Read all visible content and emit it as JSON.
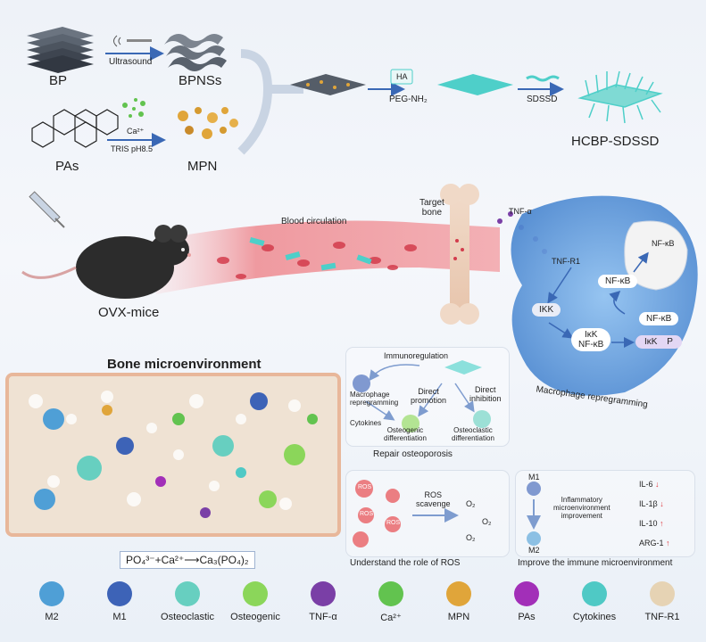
{
  "synthesis": {
    "bp": "BP",
    "ultrasound": "Ultrasound",
    "bpnss": "BPNSs",
    "pas": "PAs",
    "ca": "Ca²⁺",
    "tris": "TRIS pH8.5",
    "mpn": "MPN",
    "ha": "HA",
    "peg": "PEG-NH₂",
    "sdssd": "SDSSD",
    "product": "HCBP-SDSSD"
  },
  "circulation": {
    "ovx": "OVX-mice",
    "blood": "Blood circulation",
    "target": "Target\nbone",
    "tnfa": "TNF-α"
  },
  "pathway": {
    "tnfr1": "TNF-R1",
    "ikk": "IKK",
    "nfkb_top": "NF-κB",
    "nfkb_right": "NF-κB",
    "ikb_complex_a": "IκK",
    "ikb_complex_b": "NF-κB",
    "ikb_p": "IκK",
    "p": "P",
    "nucleus": "NF-κB",
    "caption": "Macrophage repregramming"
  },
  "microenv": {
    "title": "Bone microenvironment",
    "equation": "PO₄³⁻+Ca²⁺⟶Ca₃(PO₄)₂"
  },
  "repair": {
    "immuno": "Immunoregulation",
    "macro": "Macrophage\nrepregramming",
    "direct_prom": "Direct\npromotion",
    "direct_inh": "Direct\ninhibition",
    "cytokines": "Cytokines",
    "osteogenic": "Osteogenic\ndifferentiation",
    "osteoclastic": "Osteoclastic\ndifferentiation",
    "caption": "Repair osteoporosis"
  },
  "ros": {
    "ros_label": "ROS",
    "scavenge": "ROS\nscavenge",
    "o2": "O₂",
    "caption": "Understand the role of ROS"
  },
  "immune": {
    "m1": "M1",
    "m2": "M2",
    "inflam": "Inflammatory\nmicroenvironment\nimprovement",
    "il6": "IL-6",
    "il1b": "IL-1β",
    "il10": "IL-10",
    "arg1": "ARG-1",
    "caption": "Improve the immune microenvironment"
  },
  "legend": [
    {
      "label": "M2",
      "color": "#4f9fd6"
    },
    {
      "label": "M1",
      "color": "#3d63b7"
    },
    {
      "label": "Osteoclastic",
      "color": "#67cfc0"
    },
    {
      "label": "Osteogenic",
      "color": "#8bd65a"
    },
    {
      "label": "TNF-α",
      "color": "#7a3fa6"
    },
    {
      "label": "Ca²⁺",
      "color": "#62c34f"
    },
    {
      "label": "MPN",
      "color": "#e0a53a"
    },
    {
      "label": "PAs",
      "color": "#a22fb8"
    },
    {
      "label": "Cytokines",
      "color": "#4fc9c5"
    },
    {
      "label": "TNF-R1",
      "color": "#e6d3b4"
    }
  ],
  "colors": {
    "arrow": "#3a68b5",
    "vessel": "#e67c85",
    "bp_sheet": "#5b6470",
    "product": "#4ecfc9",
    "red_up": "#e0393f"
  }
}
